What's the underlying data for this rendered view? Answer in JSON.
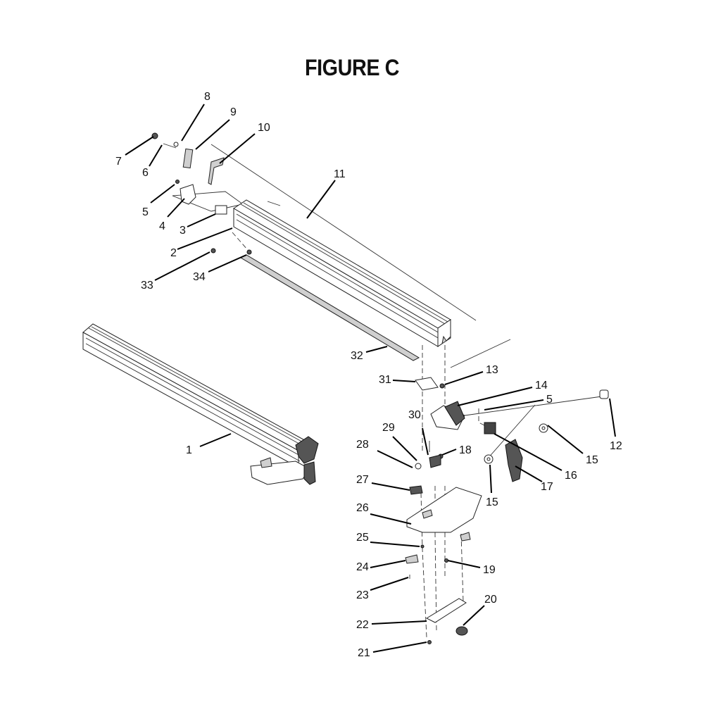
{
  "title": "FIGURE C",
  "callouts": {
    "p1": "1",
    "p2": "2",
    "p3": "3",
    "p4": "4",
    "p5a": "5",
    "p5b": "5",
    "p6": "6",
    "p7": "7",
    "p8": "8",
    "p9": "9",
    "p10": "10",
    "p11": "11",
    "p12": "12",
    "p13": "13",
    "p14": "14",
    "p15a": "15",
    "p15b": "15",
    "p16": "16",
    "p17": "17",
    "p18": "18",
    "p19": "19",
    "p20": "20",
    "p21": "21",
    "p22": "22",
    "p23": "23",
    "p24": "24",
    "p25": "25",
    "p26": "26",
    "p27": "27",
    "p28": "28",
    "p29": "29",
    "p30": "30",
    "p31": "31",
    "p32": "32",
    "p33": "33",
    "p34": "34"
  }
}
